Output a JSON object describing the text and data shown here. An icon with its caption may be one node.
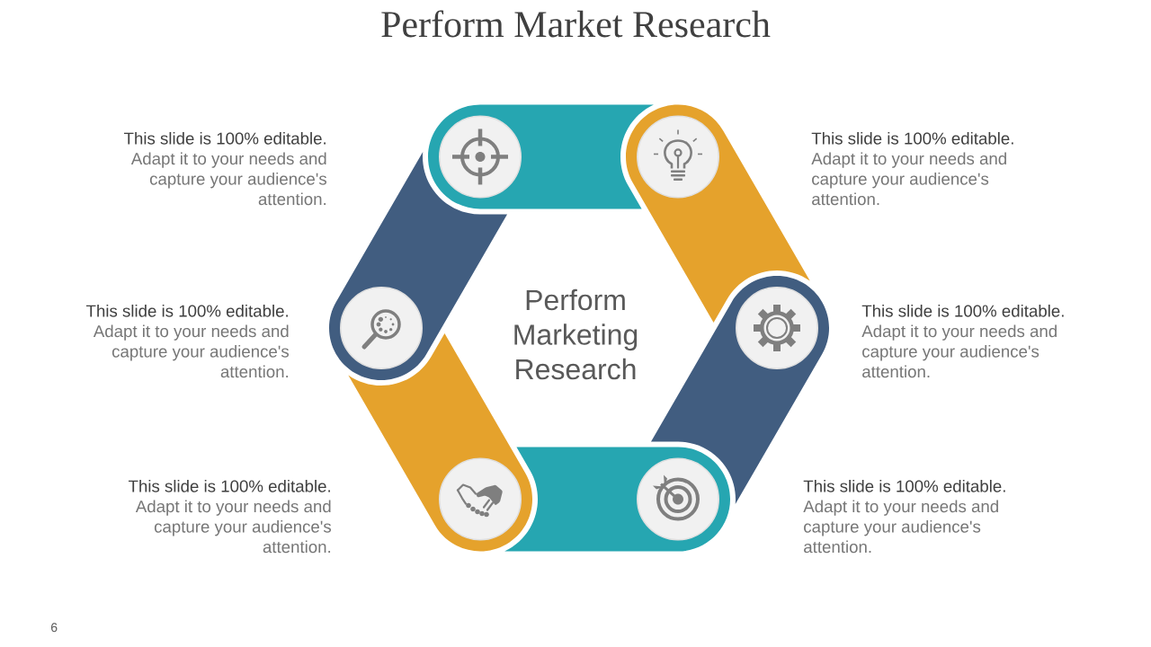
{
  "diagram": {
    "title": "Perform Market Research",
    "nodes": [
      {
        "text": [],
        "shape": "band"
      },
      {
        "text": [],
        "shape": "band"
      },
      {
        "text": [],
        "shape": "band"
      },
      {
        "text": [],
        "shape": "band"
      },
      {
        "text": [],
        "shape": "band"
      },
      {
        "text": [],
        "shape": "band"
      }
    ],
    "labels": [
      "This slide is 100% editable.",
      "Adapt it to your needs and capture your audience's attention.",
      "This slide is 100% editable.",
      "Adapt it to your needs and capture your audience's attention.",
      "This slide is 100% editable.",
      "Adapt it to your needs and capture your audience's attention.",
      "Perform Marketing Research",
      "This slide is 100% editable.",
      "Adapt it to your needs and capture your audience's attention.",
      "This slide is 100% editable.",
      "Adapt it to your needs and capture your audience's attention.",
      "This slide is 100% editable.",
      "Adapt it to your needs and capture your audience's attention.",
      "6"
    ]
  }
}
